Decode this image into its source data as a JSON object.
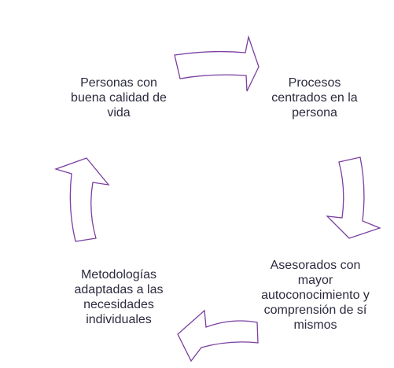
{
  "diagram": {
    "type": "cycle",
    "stroke_color": "#7b3fa0",
    "fill_color": "#ffffff",
    "text_color": "#2b2b3f",
    "nodes": [
      "Personas con buena calidad de vida",
      "Procesos centrados en la persona",
      "Asesorados con mayor autoconocimiento y comprensión de sí mismos",
      "Metodologías adaptadas a las necesidades individuales"
    ],
    "edges": [
      {
        "from": 0,
        "to": 1,
        "icon": "arrow-right-icon"
      },
      {
        "from": 1,
        "to": 2,
        "icon": "arrow-down-icon"
      },
      {
        "from": 2,
        "to": 3,
        "icon": "arrow-left-icon"
      },
      {
        "from": 3,
        "to": 0,
        "icon": "arrow-up-icon"
      }
    ]
  }
}
